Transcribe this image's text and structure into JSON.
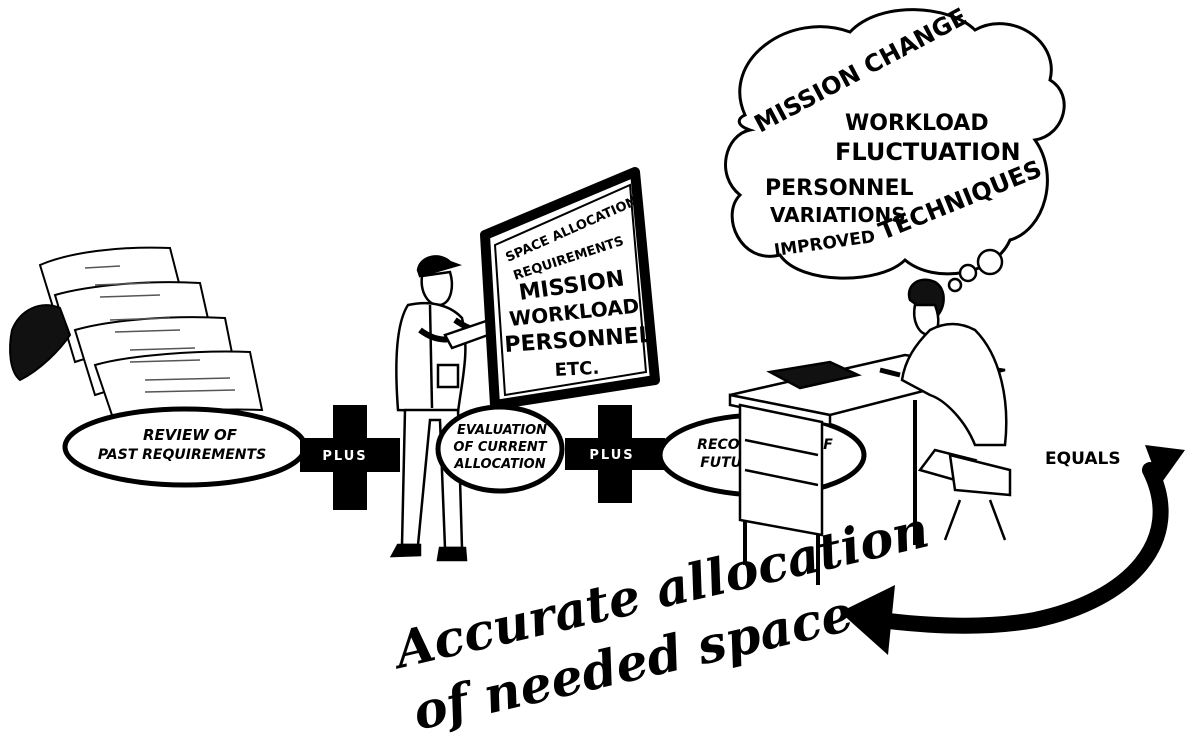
{
  "steps": {
    "past": {
      "line1": "REVIEW OF",
      "line2": "PAST REQUIREMENTS"
    },
    "current": {
      "line1": "EVALUATION",
      "line2": "OF CURRENT",
      "line3": "ALLOCATION"
    },
    "future": {
      "line1": "RECOGNITION OF",
      "line2": "FUTURE NEEDS"
    }
  },
  "operators": {
    "plus1": "PLUS",
    "plus2": "PLUS",
    "equals": "EQUALS"
  },
  "board": {
    "title1": "SPACE ALLOCATION",
    "title2": "REQUIREMENTS",
    "items": [
      "MISSION",
      "WORKLOAD",
      "PERSONNEL",
      "ETC."
    ]
  },
  "thought_cloud": {
    "items": [
      "MISSION CHANGE",
      "WORKLOAD",
      "FLUCTUATION",
      "PERSONNEL",
      "VARIATIONS",
      "IMPROVED",
      "TECHNIQUES"
    ]
  },
  "result": {
    "line1": "Accurate allocation",
    "line2": "of needed space"
  }
}
